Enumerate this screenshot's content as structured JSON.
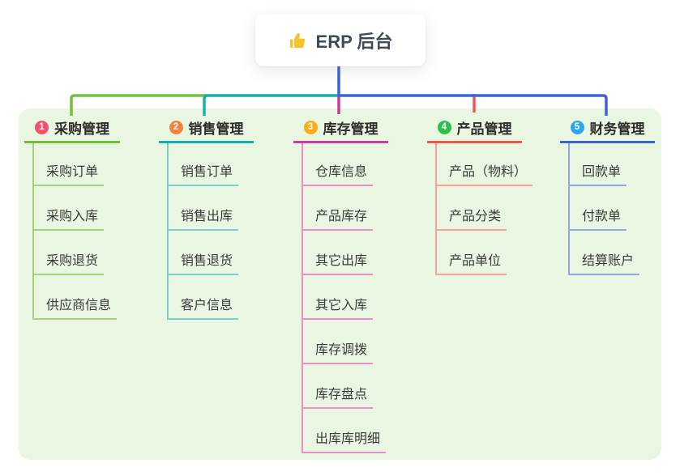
{
  "root": {
    "title": "ERP 后台",
    "icon": "thumbs-up",
    "icon_color": "#F5C22B",
    "text_color": "#3F4A5A"
  },
  "panel": {
    "bg_color": "#E9F6E1"
  },
  "branches": [
    {
      "number": "1",
      "label": "采购管理",
      "badge_color": "#F4516C",
      "color": "#79BD3E",
      "light_color": "#A8D17E",
      "children": [
        "采购订单",
        "采购入库",
        "采购退货",
        "供应商信息"
      ]
    },
    {
      "number": "2",
      "label": "销售管理",
      "badge_color": "#F9813E",
      "color": "#14B1AB",
      "light_color": "#7BCEC8",
      "children": [
        "销售订单",
        "销售出库",
        "销售退货",
        "客户信息"
      ]
    },
    {
      "number": "3",
      "label": "库存管理",
      "badge_color": "#FBAD15",
      "color": "#CC3C9C",
      "light_color": "#EC8EC6",
      "children": [
        "仓库信息",
        "产品库存",
        "其它出库",
        "其它入库",
        "库存调拨",
        "库存盘点",
        "出库库明细"
      ]
    },
    {
      "number": "4",
      "label": "产品管理",
      "badge_color": "#2FBE50",
      "color": "#F1574E",
      "light_color": "#F8A19B",
      "children": [
        "产品（物料）",
        "产品分类",
        "产品单位"
      ]
    },
    {
      "number": "5",
      "label": "财务管理",
      "badge_color": "#2AA7E9",
      "color": "#3D63D5",
      "light_color": "#93A8E2",
      "children": [
        "回款单",
        "付款单",
        "结算账户"
      ]
    }
  ]
}
